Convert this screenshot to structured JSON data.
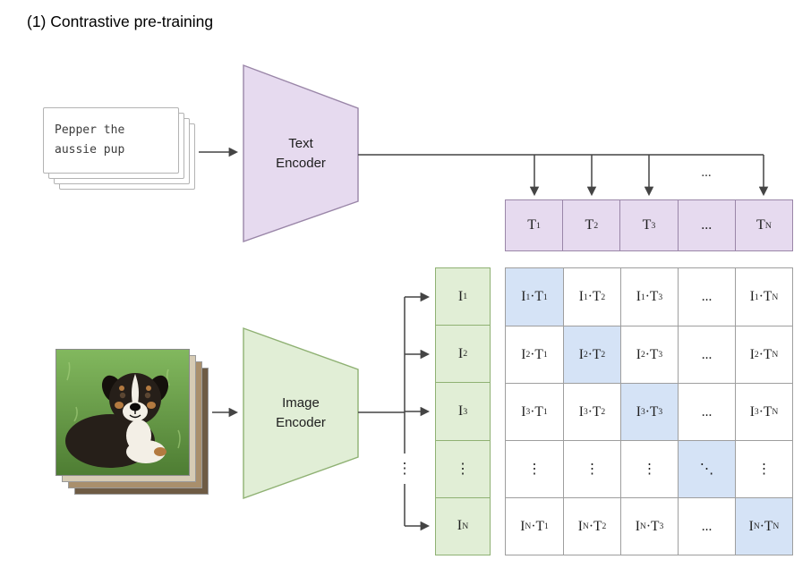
{
  "title": "(1) Contrastive pre-training",
  "text_input": {
    "caption": "Pepper the\naussie pup"
  },
  "encoders": {
    "text_label": "Text\nEncoder",
    "image_label": "Image\nEncoder"
  },
  "flow": {
    "t_row_ellipsis": "...",
    "image_branch_dots": "⋮"
  },
  "text_embeddings": {
    "cells": [
      "T_1",
      "T_2",
      "T_3",
      "...",
      "T_N"
    ]
  },
  "image_embeddings": {
    "cells": [
      "I_1",
      "I_2",
      "I_3",
      "⋮",
      "I_N"
    ]
  },
  "matrix": {
    "rows": [
      {
        "cells": [
          {
            "t": "I_1·T_1",
            "hl": true
          },
          {
            "t": "I_1·T_2"
          },
          {
            "t": "I_1·T_3"
          },
          {
            "t": "..."
          },
          {
            "t": "I_1·T_N"
          }
        ]
      },
      {
        "cells": [
          {
            "t": "I_2·T_1"
          },
          {
            "t": "I_2·T_2",
            "hl": true
          },
          {
            "t": "I_2·T_3"
          },
          {
            "t": "..."
          },
          {
            "t": "I_2·T_N"
          }
        ]
      },
      {
        "cells": [
          {
            "t": "I_3·T_1"
          },
          {
            "t": "I_3·T_2"
          },
          {
            "t": "I_3·T_3",
            "hl": true
          },
          {
            "t": "..."
          },
          {
            "t": "I_3·T_N"
          }
        ]
      },
      {
        "cells": [
          {
            "t": "⋮"
          },
          {
            "t": "⋮"
          },
          {
            "t": "⋮"
          },
          {
            "t": "⋱",
            "hl": true
          },
          {
            "t": "⋮"
          }
        ]
      },
      {
        "cells": [
          {
            "t": "I_N·T_1"
          },
          {
            "t": "I_N·T_2"
          },
          {
            "t": "I_N·T_3"
          },
          {
            "t": "..."
          },
          {
            "t": "I_N·T_N",
            "hl": true
          }
        ]
      }
    ]
  },
  "colors": {
    "text_fill": "#e6daef",
    "text_border": "#9a86a8",
    "image_fill": "#e1eed6",
    "image_border": "#8fb173",
    "matrix_border": "#9e9e9e",
    "highlight_fill": "#d5e3f6",
    "arrow": "#444444"
  }
}
